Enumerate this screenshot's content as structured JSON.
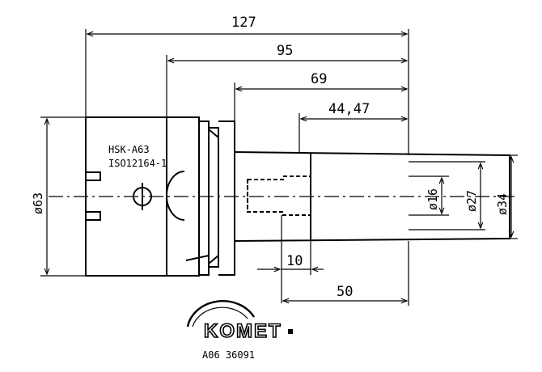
{
  "drawing": {
    "dim_127": "127",
    "dim_95": "95",
    "dim_69": "69",
    "dim_44_47": "44,47",
    "dim_10": "10",
    "dim_50": "50",
    "dia_63": "ø63",
    "dia_16": "ø16",
    "dia_27": "ø27",
    "dia_34": "ø34",
    "label_hsk": "HSK-A63",
    "label_iso": "ISO12164-1"
  },
  "logo": {
    "name": "KOMET",
    "code": "A06 36091"
  }
}
